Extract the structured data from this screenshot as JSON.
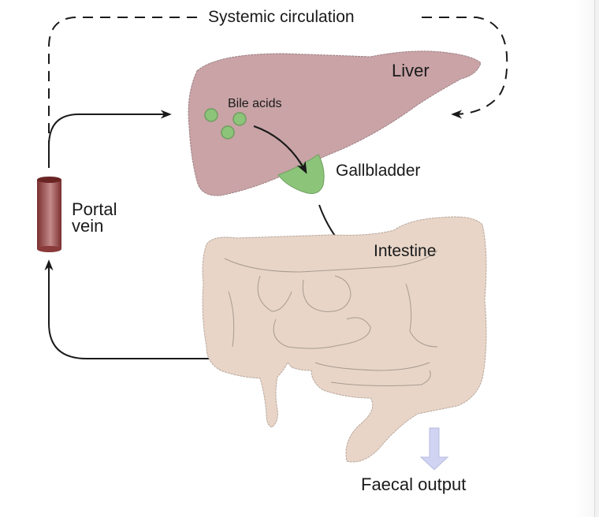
{
  "diagram": {
    "title": "Enterohepatic circulation of bile acids",
    "labels": {
      "systemic_circulation": "Systemic circulation",
      "liver": "Liver",
      "bile_acids": "Bile acids",
      "gallbladder": "Gallbladder",
      "portal_vein": [
        "Portal",
        "vein"
      ],
      "intestine": "Intestine",
      "faecal_output": "Faecal output"
    },
    "colors": {
      "liver": "#c9a3a6",
      "bile_acid": "#8cc47a",
      "gallbladder": "#8cc47a",
      "portal_vein": "#8b3a3a",
      "intestine": "#e8d5c8",
      "faecal_arrow": "#d0d4f2",
      "arrows": "#1a1a1a"
    },
    "flows": [
      {
        "from": "Liver",
        "to": "Gallbladder",
        "style": "solid"
      },
      {
        "from": "Gallbladder",
        "to": "Intestine",
        "style": "solid"
      },
      {
        "from": "Intestine",
        "to": "Portal vein",
        "style": "solid"
      },
      {
        "from": "Portal vein",
        "to": "Liver",
        "style": "solid"
      },
      {
        "from": "Systemic circulation",
        "to": "Liver",
        "style": "dashed"
      },
      {
        "from": "Intestine",
        "to": "Faecal output",
        "style": "block-arrow"
      }
    ]
  }
}
